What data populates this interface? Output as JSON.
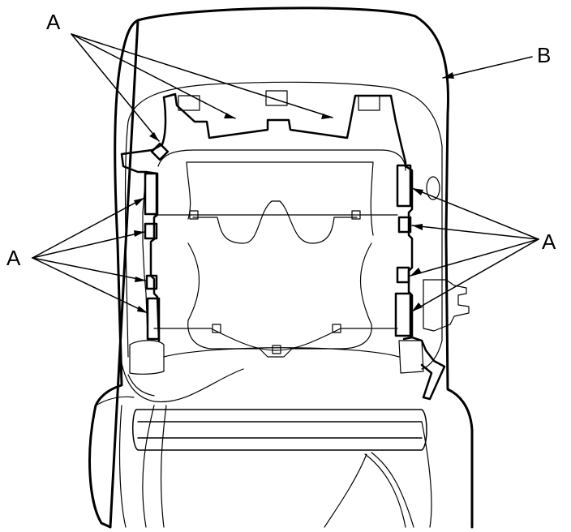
{
  "callouts": {
    "a_top": "A",
    "b": "B",
    "a_left": "A",
    "a_right": "A"
  },
  "colors": {
    "line": "#000000",
    "background": "#ffffff"
  }
}
